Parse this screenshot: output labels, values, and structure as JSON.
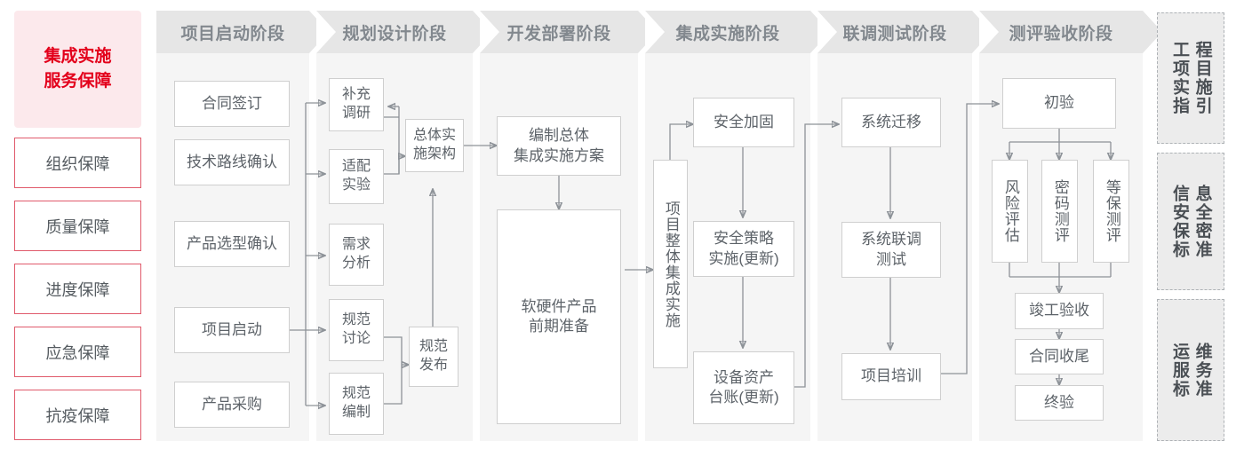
{
  "sidebar": {
    "header": "集成实施\n服务保障",
    "header_line1": "集成实施",
    "header_line2": "服务保障",
    "accent_color": "#e3001b",
    "header_bg": "#fce9ec",
    "border_color": "#e05a6b",
    "items": [
      {
        "label": "组织保障"
      },
      {
        "label": "质量保障"
      },
      {
        "label": "进度保障"
      },
      {
        "label": "应急保障"
      },
      {
        "label": "抗疫保障"
      }
    ]
  },
  "phases": [
    {
      "id": "phase-1",
      "title": "项目启动阶段",
      "nodes": [
        {
          "label": "合同签订"
        },
        {
          "label": "技术路线确认"
        },
        {
          "label": "产品选型确认"
        },
        {
          "label": "项目启动"
        },
        {
          "label": "产品采购"
        }
      ]
    },
    {
      "id": "phase-2",
      "title": "规划设计阶段",
      "nodes": [
        {
          "label_line1": "补充",
          "label_line2": "调研"
        },
        {
          "label_line1": "适配",
          "label_line2": "实验"
        },
        {
          "label_line1": "需求",
          "label_line2": "分析"
        },
        {
          "label_line1": "规范",
          "label_line2": "讨论"
        },
        {
          "label_line1": "规范",
          "label_line2": "编制"
        },
        {
          "label_line1": "总体实",
          "label_line2": "施架构"
        },
        {
          "label_line1": "规范",
          "label_line2": "发布"
        }
      ]
    },
    {
      "id": "phase-3",
      "title": "开发部署阶段",
      "nodes": [
        {
          "label_line1": "编制总体",
          "label_line2": "集成实施方案"
        },
        {
          "label_line1": "软硬件产品",
          "label_line2": "前期准备"
        }
      ]
    },
    {
      "id": "phase-4",
      "title": "集成实施阶段",
      "nodes": [
        {
          "label": "项目整体集成实施",
          "vertical": true
        },
        {
          "label": "安全加固"
        },
        {
          "label_line1": "安全策略",
          "label_line2": "实施(更新)"
        },
        {
          "label_line1": "设备资产",
          "label_line2": "台账(更新)"
        }
      ]
    },
    {
      "id": "phase-5",
      "title": "联调测试阶段",
      "nodes": [
        {
          "label": "系统迁移"
        },
        {
          "label_line1": "系统联调",
          "label_line2": "测试"
        },
        {
          "label": "项目培训"
        }
      ]
    },
    {
      "id": "phase-6",
      "title": "测评验收阶段",
      "nodes": [
        {
          "label": "初验"
        },
        {
          "label": "风险评估",
          "vertical": true
        },
        {
          "label": "密码测评",
          "vertical": true
        },
        {
          "label": "等保测评",
          "vertical": true
        },
        {
          "label": "竣工验收"
        },
        {
          "label": "合同收尾"
        },
        {
          "label": "终验"
        }
      ]
    }
  ],
  "standards": [
    {
      "col_right": "程目施引",
      "col_left": "工项实指",
      "full": "工程项目实施指引"
    },
    {
      "col_right": "息全密准",
      "col_left": "信安保标",
      "full": "信息安全保密标准"
    },
    {
      "col_right": "维务准",
      "col_left": "运服标",
      "full": "运维服务标准"
    }
  ],
  "theme": {
    "panel_bg": "#f5f5f5",
    "phase_head_bg": "#e6e6e6",
    "phase_head_text": "#82888e",
    "node_border": "#cfcfcf",
    "node_text": "#5d6369",
    "link_color": "#8d9298",
    "standard_bg": "#ececec",
    "standard_border": "#aeb2b6"
  }
}
